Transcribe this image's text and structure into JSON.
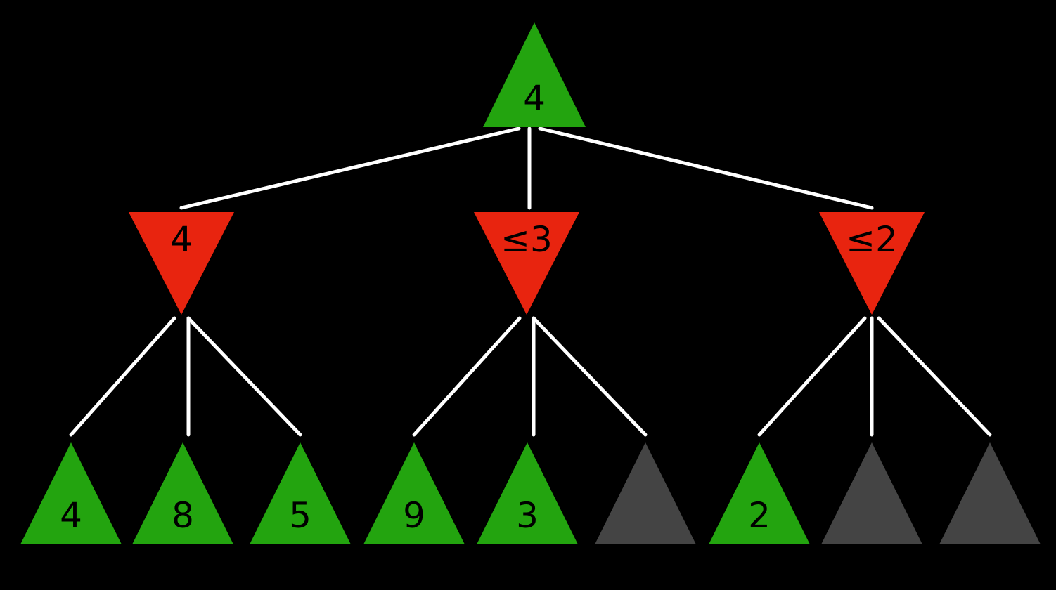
{
  "diagram": {
    "type": "minimax-game-tree",
    "background": "#000000",
    "edge_color": "#ffffff",
    "label_color": "#000000",
    "node_colors": {
      "max": "#23a40f",
      "min": "#e8240f",
      "pruned": "#444444"
    },
    "nodes": [
      {
        "id": "root",
        "label": "4",
        "type": "max",
        "shape": "triangle-up",
        "level": 0
      },
      {
        "id": "min-0",
        "label": "4",
        "type": "min",
        "shape": "triangle-down",
        "level": 1
      },
      {
        "id": "min-1",
        "label": "≤3",
        "type": "min",
        "shape": "triangle-down",
        "level": 1
      },
      {
        "id": "min-2",
        "label": "≤2",
        "type": "min",
        "shape": "triangle-down",
        "level": 1
      },
      {
        "id": "leaf-0",
        "label": "4",
        "type": "max",
        "shape": "triangle-up",
        "level": 2
      },
      {
        "id": "leaf-1",
        "label": "8",
        "type": "max",
        "shape": "triangle-up",
        "level": 2
      },
      {
        "id": "leaf-2",
        "label": "5",
        "type": "max",
        "shape": "triangle-up",
        "level": 2
      },
      {
        "id": "leaf-3",
        "label": "9",
        "type": "max",
        "shape": "triangle-up",
        "level": 2
      },
      {
        "id": "leaf-4",
        "label": "3",
        "type": "max",
        "shape": "triangle-up",
        "level": 2
      },
      {
        "id": "leaf-5",
        "label": "",
        "type": "pruned",
        "shape": "triangle-up",
        "level": 2
      },
      {
        "id": "leaf-6",
        "label": "2",
        "type": "max",
        "shape": "triangle-up",
        "level": 2
      },
      {
        "id": "leaf-7",
        "label": "",
        "type": "pruned",
        "shape": "triangle-up",
        "level": 2
      },
      {
        "id": "leaf-8",
        "label": "",
        "type": "pruned",
        "shape": "triangle-up",
        "level": 2
      }
    ],
    "edges": [
      {
        "from": "root",
        "to": "min-0"
      },
      {
        "from": "root",
        "to": "min-1"
      },
      {
        "from": "root",
        "to": "min-2"
      },
      {
        "from": "min-0",
        "to": "leaf-0"
      },
      {
        "from": "min-0",
        "to": "leaf-1"
      },
      {
        "from": "min-0",
        "to": "leaf-2"
      },
      {
        "from": "min-1",
        "to": "leaf-3"
      },
      {
        "from": "min-1",
        "to": "leaf-4"
      },
      {
        "from": "min-1",
        "to": "leaf-5"
      },
      {
        "from": "min-2",
        "to": "leaf-6"
      },
      {
        "from": "min-2",
        "to": "leaf-7"
      },
      {
        "from": "min-2",
        "to": "leaf-8"
      }
    ]
  }
}
